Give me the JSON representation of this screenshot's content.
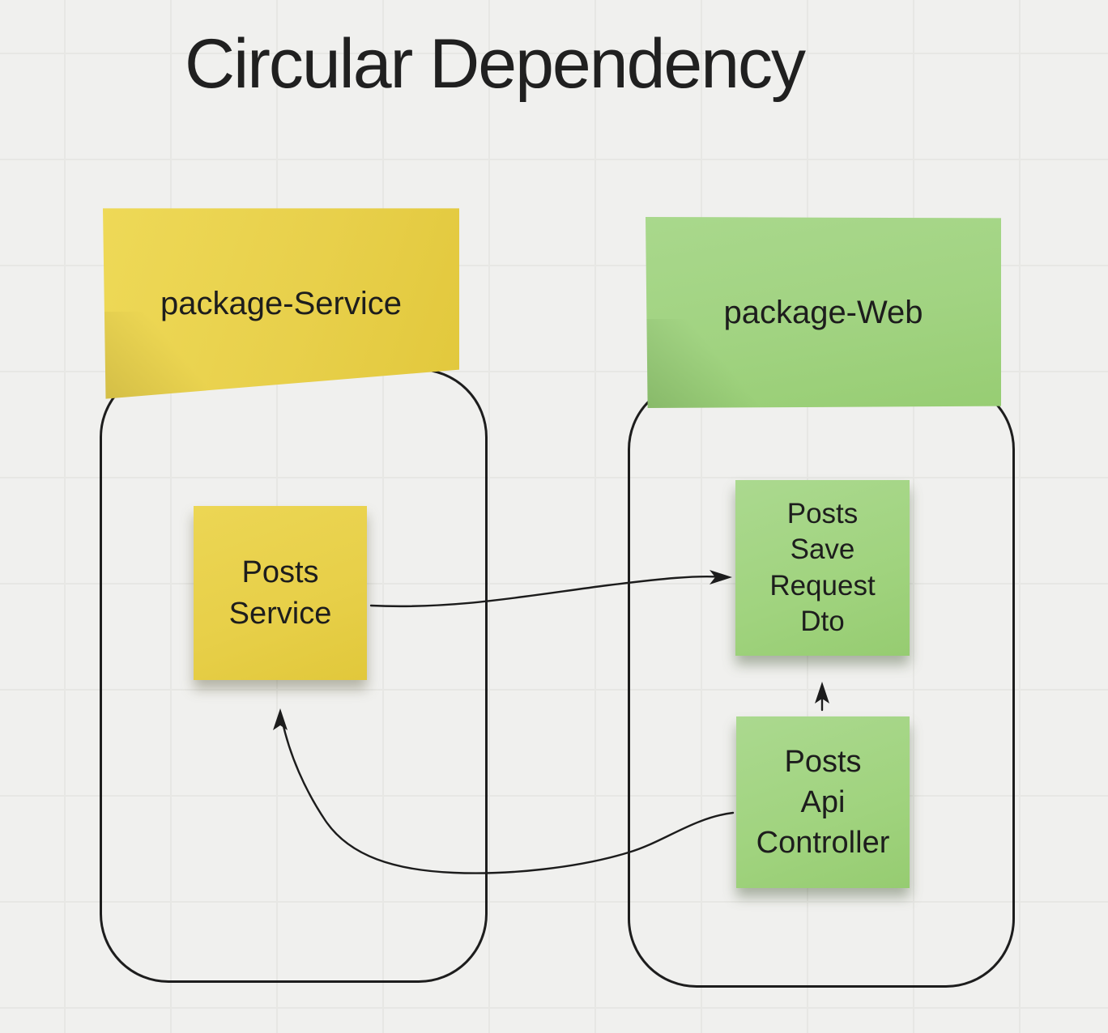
{
  "title": "Circular Dependency",
  "colors": {
    "background": "#f0f0ee",
    "grid_line": "#e7e7e4",
    "sticky_yellow": "#e8d04b",
    "sticky_green": "#a1d381",
    "stroke": "#1c1c1c",
    "text": "#1d1d1d"
  },
  "packages": [
    {
      "id": "package-service",
      "label": "package-Service",
      "color": "#e8d04b"
    },
    {
      "id": "package-web",
      "label": "package-Web",
      "color": "#a1d381"
    }
  ],
  "nodes": [
    {
      "id": "posts-service",
      "package": "package-service",
      "color": "#e8d04b",
      "lines": [
        "Posts",
        "Service"
      ]
    },
    {
      "id": "posts-save-request-dto",
      "package": "package-web",
      "color": "#a1d381",
      "lines": [
        "Posts",
        "Save",
        "Request",
        "Dto"
      ]
    },
    {
      "id": "posts-api-controller",
      "package": "package-web",
      "color": "#a1d381",
      "lines": [
        "Posts",
        "Api",
        "Controller"
      ]
    }
  ],
  "arrows": [
    {
      "from": "posts-service",
      "to": "posts-save-request-dto"
    },
    {
      "from": "posts-api-controller",
      "to": "posts-save-request-dto"
    },
    {
      "from": "posts-api-controller",
      "to": "posts-service"
    }
  ]
}
